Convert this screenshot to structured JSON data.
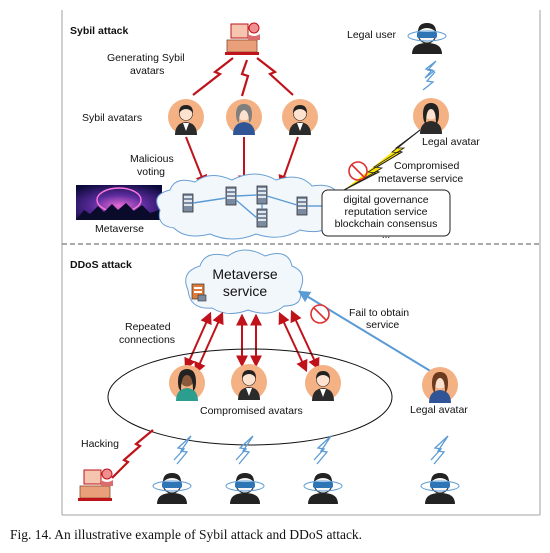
{
  "sybil": {
    "section_title": "Sybil attack",
    "generating_label": [
      "Generating Sybil",
      "avatars"
    ],
    "sybil_avatars_label": "Sybil avatars",
    "malicious_label": [
      "Malicious",
      "voting"
    ],
    "legal_user_label": "Legal user",
    "legal_avatar_label": "Legal avatar",
    "compromised_label": [
      "Compromised",
      "metaverse service"
    ],
    "metaverse_label": "Metaverse",
    "services": [
      "digital governance",
      "reputation service",
      "blockchain consensus",
      "..."
    ]
  },
  "ddos": {
    "section_title": "DDoS attack",
    "cloud_label": [
      "Metaverse",
      "service"
    ],
    "fail_label": [
      "Fail to obtain",
      "service"
    ],
    "repeated_label": [
      "Repeated",
      "connections"
    ],
    "compromised_avatars_label": "Compromised avatars",
    "legal_avatar_label": "Legal avatar",
    "hacking_label": "Hacking"
  },
  "caption": "Fig. 14.  An illustrative example of Sybil attack and DDoS attack.",
  "colors": {
    "red_arrow": "#c0121a",
    "blue_arrow": "#5b9bd5",
    "avatar_bg": "#f4b183",
    "lightning_red": "#c00000",
    "lightning_yellow": "#ffe600",
    "no_sign": "#e03030",
    "dashed_line": "#555555",
    "cloud_fill": "#f2f7fc",
    "cloud_stroke": "#6a9fd4"
  },
  "icons": [
    "hacker-icon",
    "avatar-icon",
    "vr-user-icon",
    "server-icon",
    "prohibited-icon",
    "lightning-icon",
    "wireless-signal-icon",
    "cloud-icon"
  ]
}
